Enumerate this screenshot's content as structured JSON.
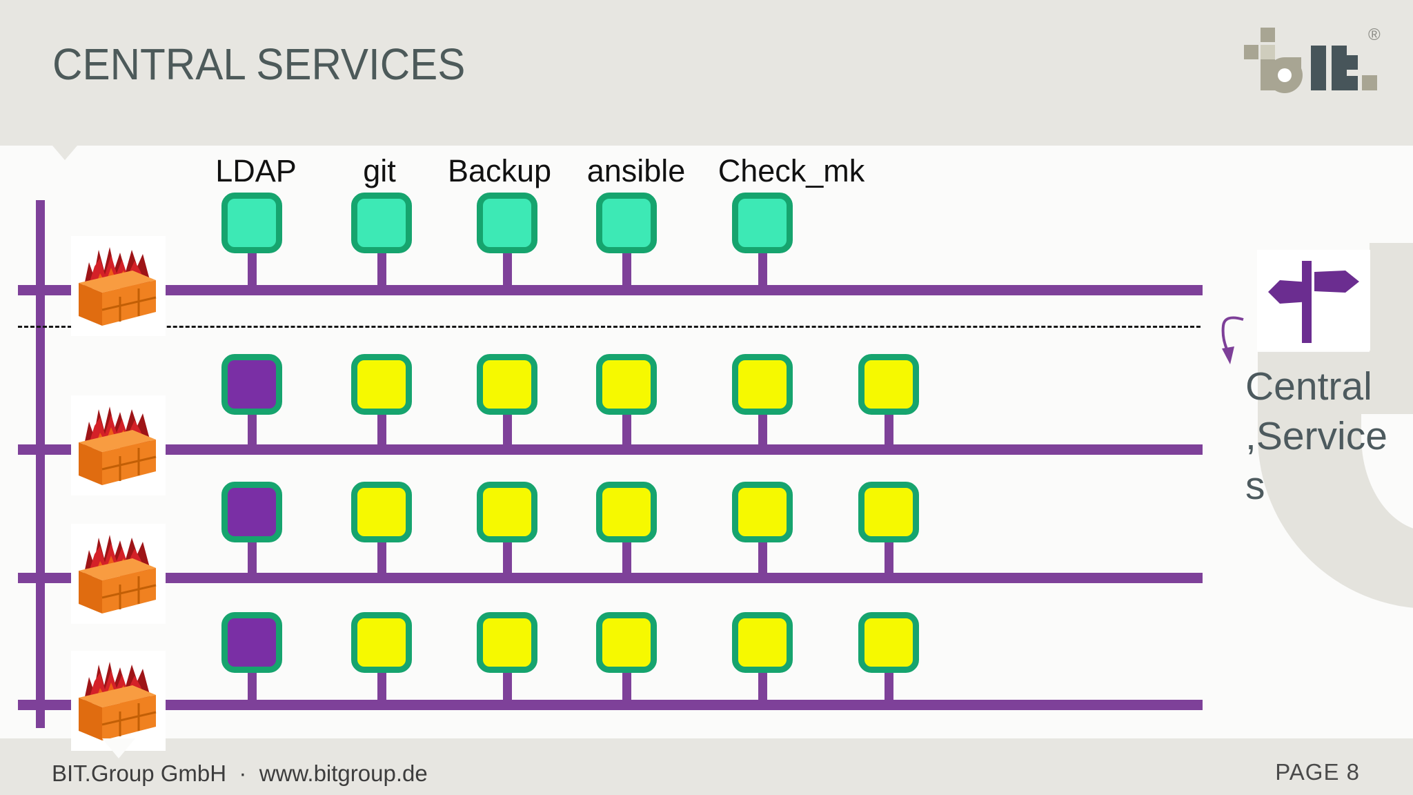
{
  "slide": {
    "title": "CENTRAL SERVICES",
    "service_labels": [
      "LDAP",
      "git",
      "Backup",
      "ansible",
      "Check_mk"
    ],
    "side_label": "Central\n,Service\ns",
    "footer_left": "BIT.Group GmbH  ·  www.bitgroup.de",
    "page_label": "PAGE 8",
    "logo": {
      "name": "bit.",
      "mark": "®"
    }
  },
  "diagram": {
    "colors": {
      "bus_purple": "#7e4199",
      "node_border_green": "#16a46e",
      "node_teal": "#3de9b5",
      "node_yellow": "#f6f900",
      "node_purple": "#7a2fa5",
      "firewall_orange": "#f08120",
      "flame_red": "#d42128",
      "background_grey": "#e7e6e1",
      "glyph_grey": "#e4e3dd",
      "title_grey": "#4d5a5a"
    },
    "rows": [
      {
        "firewall": true,
        "nodes": [
          "teal",
          "teal",
          "teal",
          "teal",
          "teal"
        ]
      },
      {
        "firewall": true,
        "nodes": [
          "purple",
          "yellow",
          "yellow",
          "yellow",
          "yellow",
          "yellow"
        ]
      },
      {
        "firewall": true,
        "nodes": [
          "purple",
          "yellow",
          "yellow",
          "yellow",
          "yellow",
          "yellow"
        ]
      },
      {
        "firewall": true,
        "nodes": [
          "purple",
          "yellow",
          "yellow",
          "yellow",
          "yellow",
          "yellow"
        ]
      }
    ],
    "icons": {
      "firewall": "brick-wall-on-fire",
      "signpost": "two-way-signpost",
      "doodle": "curved-arrow"
    }
  }
}
